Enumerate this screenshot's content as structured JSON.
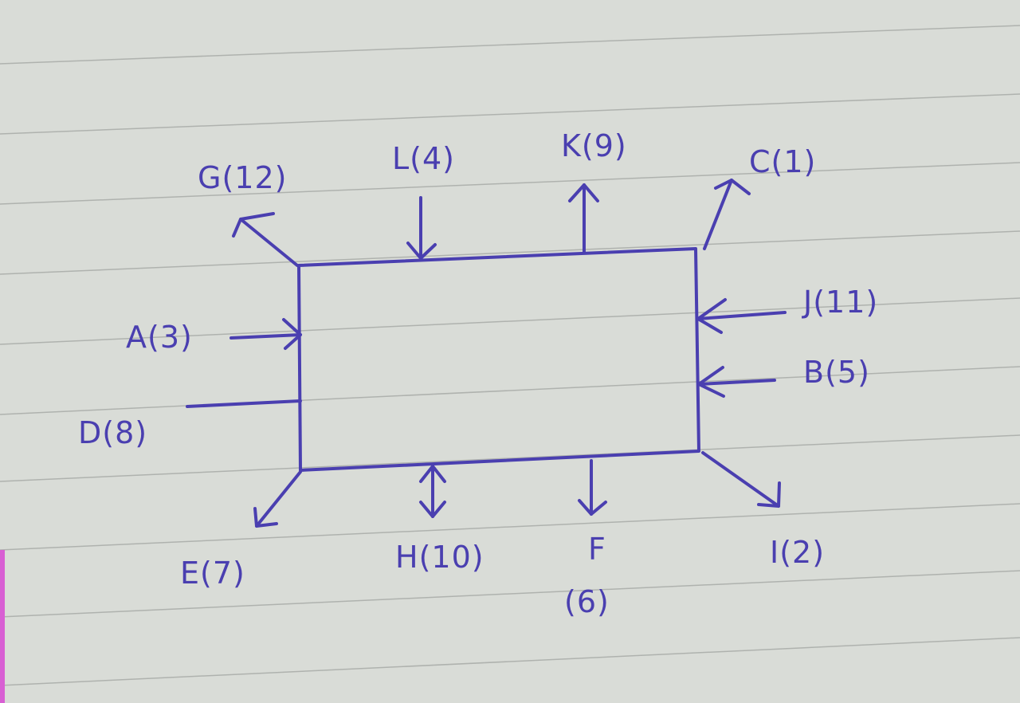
{
  "colors": {
    "paper": "#d9dcd7",
    "ink": "#4a3fb0",
    "rule": "#8d918e",
    "margin": "#d85fd3"
  },
  "labels": {
    "g": "G(12)",
    "l": "L(4)",
    "k": "K(9)",
    "c": "C(1)",
    "a": "A(3)",
    "d": "D(8)",
    "j": "J(11)",
    "b": "B(5)",
    "e": "E(7)",
    "h": "H(10)",
    "f1": "F",
    "f2": "(6)",
    "i": "I(2)"
  }
}
